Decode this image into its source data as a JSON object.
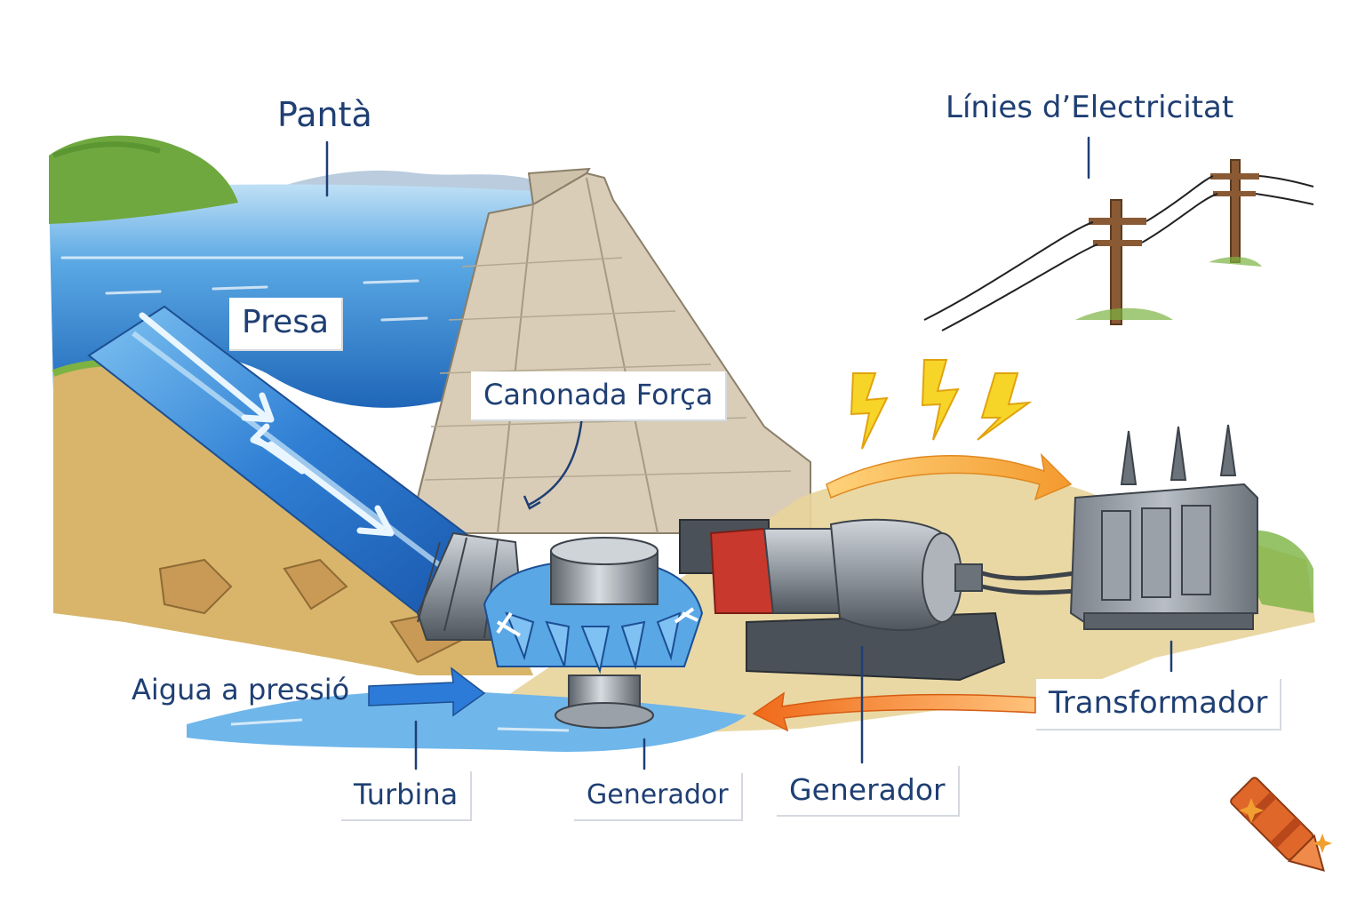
{
  "labels": {
    "panta": "Pantà",
    "linies": "Línies d’Electricitat",
    "presa": "Presa",
    "canonada": "Canonada Força",
    "aigua": "Aigua a pressió",
    "turbina": "Turbina",
    "generador_1": "Generador",
    "generador_2": "Generador",
    "transformador": "Transformador"
  },
  "colors": {
    "water": "#3f8fd6",
    "water_light": "#a9d5f2",
    "label_text": "#1f3f73",
    "energy_arrow": "#f4a63a",
    "return_arrow": "#f07a22",
    "lightning": "#f7d528",
    "ground": "#d8b56a",
    "grass": "#7cb342",
    "concrete": "#d9cdb8",
    "metal": "#8c939b",
    "generator_red": "#c8382c"
  },
  "icons": [
    "lightning-bolt-icon",
    "crayon-logo-icon",
    "sparkle-icon"
  ]
}
